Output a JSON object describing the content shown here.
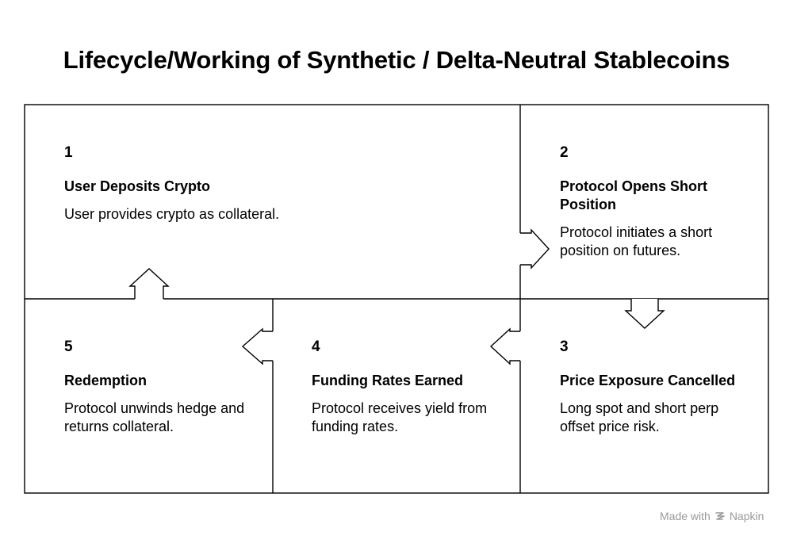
{
  "title": "Lifecycle/Working of Synthetic / Delta-Neutral Stablecoins",
  "steps": [
    {
      "number": "1",
      "heading": "User Deposits Crypto",
      "description": "User provides crypto as collateral."
    },
    {
      "number": "2",
      "heading": "Protocol Opens Short Position",
      "description": "Protocol initiates a short position on futures."
    },
    {
      "number": "3",
      "heading": "Price Exposure Cancelled",
      "description": "Long spot and short perp offset price risk."
    },
    {
      "number": "4",
      "heading": "Funding Rates Earned",
      "description": "Protocol receives yield from funding rates."
    },
    {
      "number": "5",
      "heading": "Redemption",
      "description": "Protocol unwinds hedge and returns collateral."
    }
  ],
  "watermark": {
    "made_with": "Made with",
    "brand": "Napkin"
  },
  "colors": {
    "line": "#000000",
    "text": "#000000",
    "watermark": "#9a9a9a"
  }
}
